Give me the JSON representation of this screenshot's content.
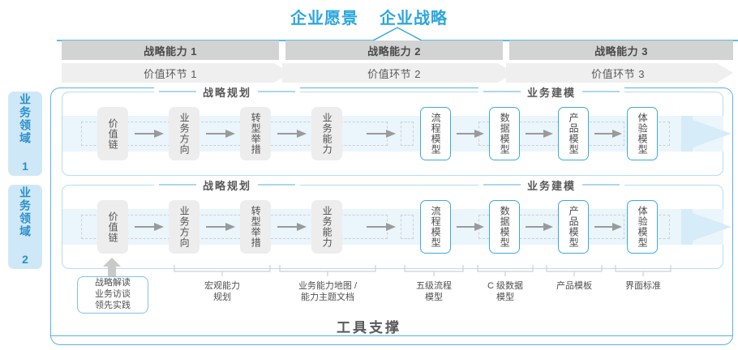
{
  "header": {
    "vision": "企业愿景",
    "strategy": "企业战略"
  },
  "capabilities": [
    {
      "label": "战略能力 1"
    },
    {
      "label": "战略能力 2"
    },
    {
      "label": "战略能力 3"
    }
  ],
  "value_chain": [
    {
      "label": "价值环节 1"
    },
    {
      "label": "价值环节 2"
    },
    {
      "label": "价值环节 3"
    }
  ],
  "domains": [
    {
      "tab": "业务领域 1"
    },
    {
      "tab": "业务领域 2"
    }
  ],
  "sections": {
    "planning": "战略规划",
    "modeling": "业务建模"
  },
  "steps": {
    "planning": [
      {
        "label": "价值链",
        "style": "gray"
      },
      {
        "label": "业务方向",
        "style": "gray"
      },
      {
        "label": "转型举措",
        "style": "gray"
      },
      {
        "label": "业务能力",
        "style": "gray"
      }
    ],
    "modeling": [
      {
        "label": "流程模型",
        "style": "blue"
      },
      {
        "label": "数据模型",
        "style": "blue"
      },
      {
        "label": "产品模型",
        "style": "blue"
      },
      {
        "label": "体验模型",
        "style": "blue"
      }
    ]
  },
  "tools": {
    "title": "工具支撑",
    "primary_box": [
      "战略解读",
      "业务访谈",
      "领先实践"
    ],
    "labels": [
      {
        "line1": "宏观能力",
        "line2": "规划"
      },
      {
        "line1": "业务能力地图 /",
        "line2": "能力主题文档"
      },
      {
        "line1": "五级流程",
        "line2": "模型"
      },
      {
        "line1": "C 级数据",
        "line2": "模型"
      },
      {
        "line1": "产品模板",
        "line2": ""
      },
      {
        "line1": "界面标准",
        "line2": ""
      }
    ]
  },
  "colors": {
    "accent_blue": "#2ba6de",
    "light_blue": "#cfe8f7",
    "band_blue": "#eaf5fc",
    "cap_gray": "#d2d4d3",
    "vc_gray": "#efefef",
    "box_gray": "#ededed"
  }
}
